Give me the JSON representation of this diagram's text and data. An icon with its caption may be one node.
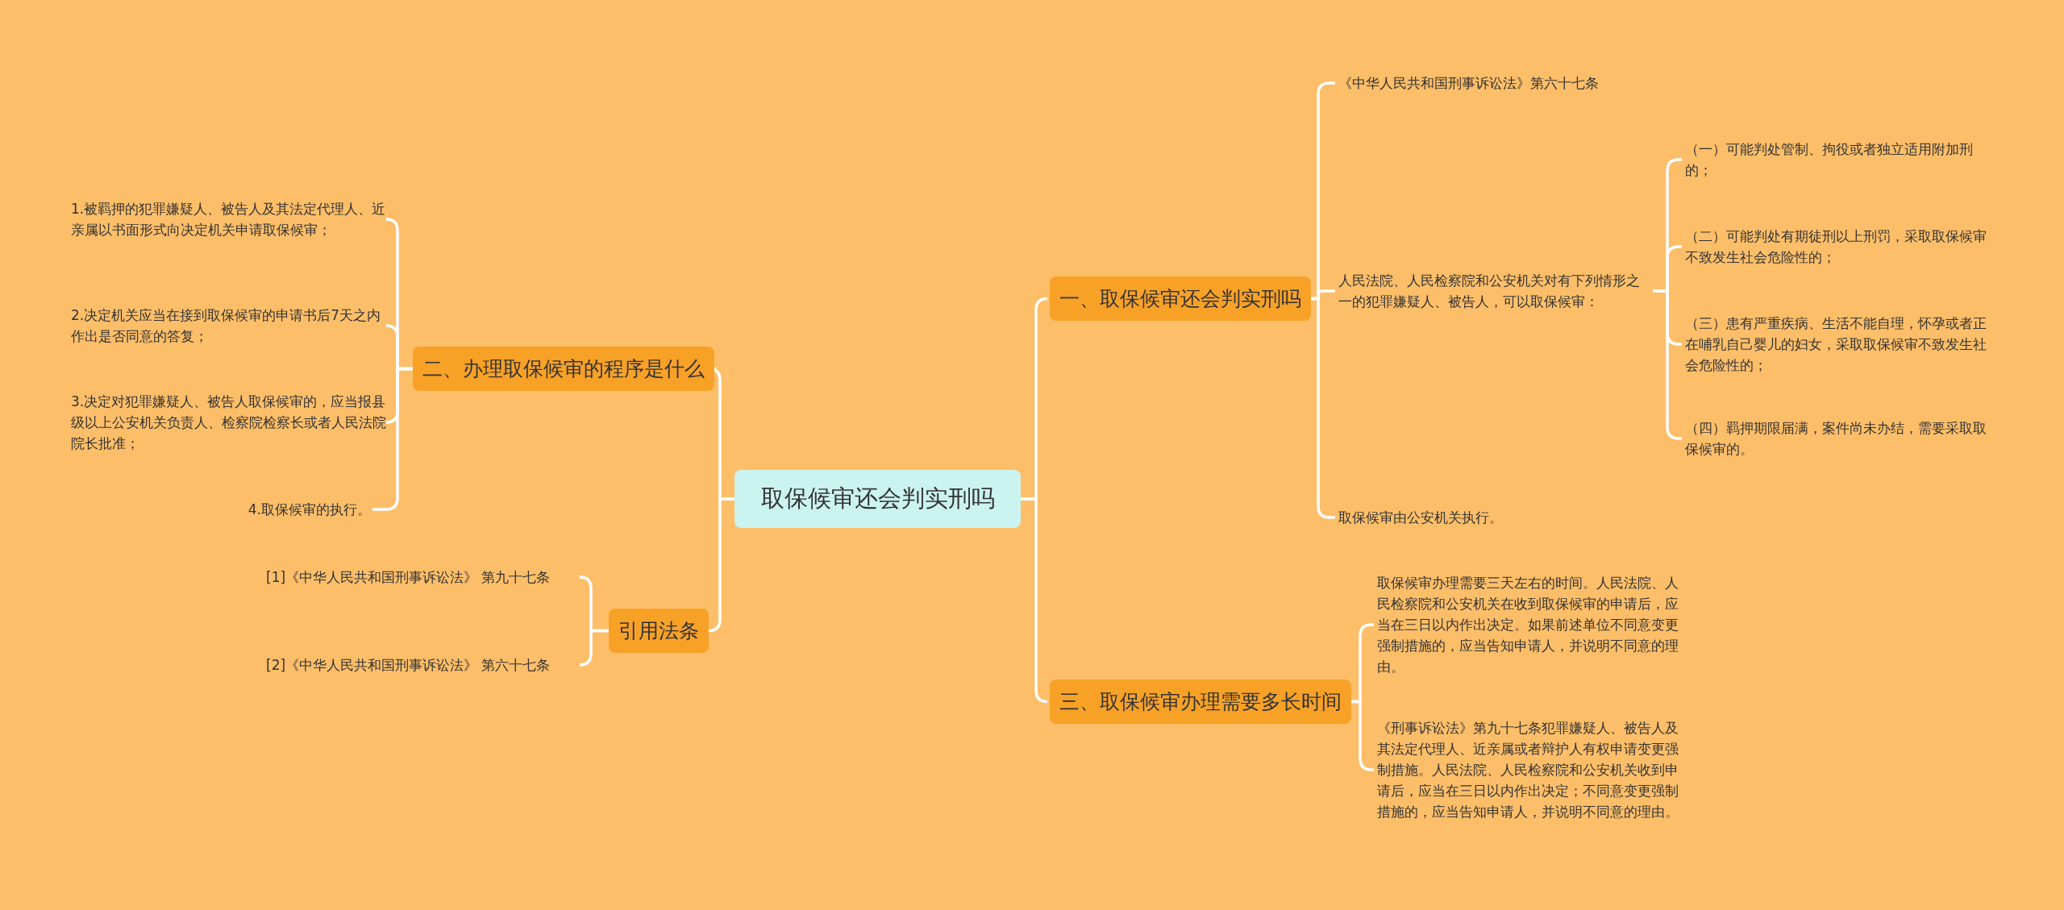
{
  "diagram": {
    "nodes": [
      {
        "text": [
          "取保候审还会判实刑吗"
        ]
      },
      {
        "text": [
          "一、取保候审还会判实刑吗"
        ]
      },
      {
        "text": [
          "《中华人民共和国刑事诉讼法》第六十七条"
        ]
      },
      {
        "text": [
          "人民法院、人民检察院和公安机关对有下列情形之一的犯罪嫌疑人、被告人，可以取保候审："
        ]
      },
      {
        "text": [
          "（一）可能判处管制、拘役或者独立适用附加刑的；"
        ]
      },
      {
        "text": [
          "（二）可能判处有期徒刑以上刑罚，采取取保候审不致发生社会危险性的；"
        ]
      },
      {
        "text": [
          "（三）患有严重疾病、生活不能自理，怀孕或者正在哺乳自己婴儿的妇女，采取取保候审不致发生社会危险性的；"
        ]
      },
      {
        "text": [
          "（四）羁押期限届满，案件尚未办结，需要采取取保候审的。"
        ]
      },
      {
        "text": [
          "取保候审由公安机关执行。"
        ]
      },
      {
        "text": [
          "三、取保候审办理需要多长时间"
        ]
      },
      {
        "text": [
          "取保候审办理需要三天左右的时间。人民法院、人民检察院和公安机关在收到取保候审的申请后，应当在三日以内作出决定。如果前述单位不同意变更强制措施的，应当告知申请人，并说明不同意的理由。"
        ]
      },
      {
        "text": [
          "《刑事诉讼法》第九十七条犯罪嫌疑人、被告人及其法定代理人、近亲属或者辩护人有权申请变更强制措施。人民法院、人民检察院和公安机关收到申请后，应当在三日以内作出决定；不同意变更强制措施的，应当告知申请人，并说明不同意的理由。"
        ]
      },
      {
        "text": [
          "二、办理取保候审的程序是什么"
        ]
      },
      {
        "text": [
          "1.被羁押的犯罪嫌疑人、被告人及其法定代理人、近亲属以书面形式向决定机关申请取保候审；"
        ]
      },
      {
        "text": [
          "2.决定机关应当在接到取保候审的申请书后7天之内作出是否同意的答复；"
        ]
      },
      {
        "text": [
          "3.决定对犯罪嫌疑人、被告人取保候审的，应当报县级以上公安机关负责人、检察院检察长或者人民法院院长批准；"
        ]
      },
      {
        "text": [
          "4.取保候审的执行。"
        ]
      },
      {
        "text": [
          "引用法条"
        ]
      },
      {
        "text": [
          "[1]《中华人民共和国刑事诉讼法》 第九十七条"
        ]
      },
      {
        "text": [
          "[2]《中华人民共和国刑事诉讼法》 第六十七条"
        ]
      }
    ],
    "edges": [
      {
        "from": 0,
        "to": 1,
        "arrow": "none"
      },
      {
        "from": 1,
        "to": 2,
        "arrow": "none"
      },
      {
        "from": 1,
        "to": 3,
        "arrow": "none"
      },
      {
        "from": 3,
        "to": 4,
        "arrow": "none"
      },
      {
        "from": 3,
        "to": 5,
        "arrow": "none"
      },
      {
        "from": 3,
        "to": 6,
        "arrow": "none"
      },
      {
        "from": 3,
        "to": 7,
        "arrow": "none"
      },
      {
        "from": 1,
        "to": 8,
        "arrow": "none"
      },
      {
        "from": 0,
        "to": 9,
        "arrow": "none"
      },
      {
        "from": 9,
        "to": 10,
        "arrow": "none"
      },
      {
        "from": 9,
        "to": 11,
        "arrow": "none"
      },
      {
        "from": 0,
        "to": 12,
        "arrow": "none"
      },
      {
        "from": 12,
        "to": 13,
        "arrow": "none"
      },
      {
        "from": 12,
        "to": 14,
        "arrow": "none"
      },
      {
        "from": 12,
        "to": 15,
        "arrow": "none"
      },
      {
        "from": 12,
        "to": 16,
        "arrow": "none"
      },
      {
        "from": 0,
        "to": 17,
        "arrow": "none"
      },
      {
        "from": 17,
        "to": 18,
        "arrow": "none"
      },
      {
        "from": 17,
        "to": 19,
        "arrow": "none"
      }
    ]
  }
}
